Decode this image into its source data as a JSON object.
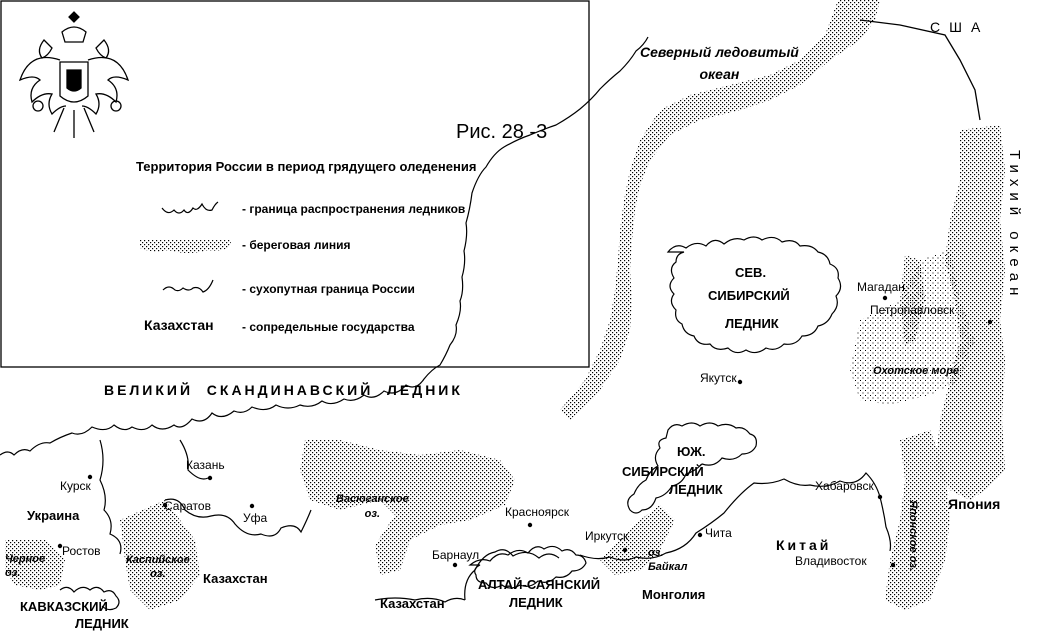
{
  "legend": {
    "fig_label": "Рис. 28 -3",
    "title": "Территория России в период грядущего оледенения",
    "items": [
      {
        "symbol": "glacier-border",
        "text": "- граница распространения ледников"
      },
      {
        "symbol": "coastline",
        "text": "- береговая линия"
      },
      {
        "symbol": "land-border",
        "text": "- сухопутная граница России"
      },
      {
        "symbol": "neighbor-sample",
        "sample": "Казахстан",
        "text": "- сопредельные государства"
      }
    ]
  },
  "map": {
    "seas": {
      "arctic": "Северный ледовитый\nокеан",
      "pacific": "Тихий океан",
      "okhotsk": "Охотское море",
      "japan_sea": "Японское оз.",
      "caspian": "Каспийское\nоз.",
      "black": "Черное\nоз.",
      "vasyugan": "Васюганское\nоз.",
      "baikal": "оз.\nБайкал"
    },
    "glaciers": {
      "scandinavian": "ВЕЛИКИЙ  СКАНДИНАВСКИЙ  ЛЕДНИК",
      "north_siberian": [
        "СЕВ.",
        "СИБИРСКИЙ",
        "ЛЕДНИК"
      ],
      "south_siberian": [
        "ЮЖ.",
        "СИБИРСКИЙ",
        "ЛЕДНИК"
      ],
      "altai_sayan": [
        "АЛТАЙ-САЯНСКИЙ",
        "ЛЕДНИК"
      ],
      "caucasus": [
        "КАВКАЗСКИЙ",
        "ЛЕДНИК"
      ]
    },
    "countries": {
      "usa": "США",
      "japan": "Япония",
      "china": "Китай",
      "mongolia": "Монголия",
      "kazakhstan_1": "Казахстан",
      "kazakhstan_2": "Казахстан",
      "ukraine": "Украина"
    },
    "cities": [
      {
        "id": "kursk",
        "name": "Курск"
      },
      {
        "id": "kazan",
        "name": "Казань"
      },
      {
        "id": "saratov",
        "name": "Саратов"
      },
      {
        "id": "ufa",
        "name": "Уфа"
      },
      {
        "id": "rostov",
        "name": "Ростов"
      },
      {
        "id": "barnaul",
        "name": "Барнаул"
      },
      {
        "id": "krasnoyarsk",
        "name": "Красноярск"
      },
      {
        "id": "irkutsk",
        "name": "Иркутск"
      },
      {
        "id": "chita",
        "name": "Чита"
      },
      {
        "id": "yakutsk",
        "name": "Якутск"
      },
      {
        "id": "magadan",
        "name": "Магадан"
      },
      {
        "id": "petropavlovsk",
        "name": "Петропавловск"
      },
      {
        "id": "khabarovsk",
        "name": "Хабаровск"
      },
      {
        "id": "vladivostok",
        "name": "Владивосток"
      }
    ]
  }
}
